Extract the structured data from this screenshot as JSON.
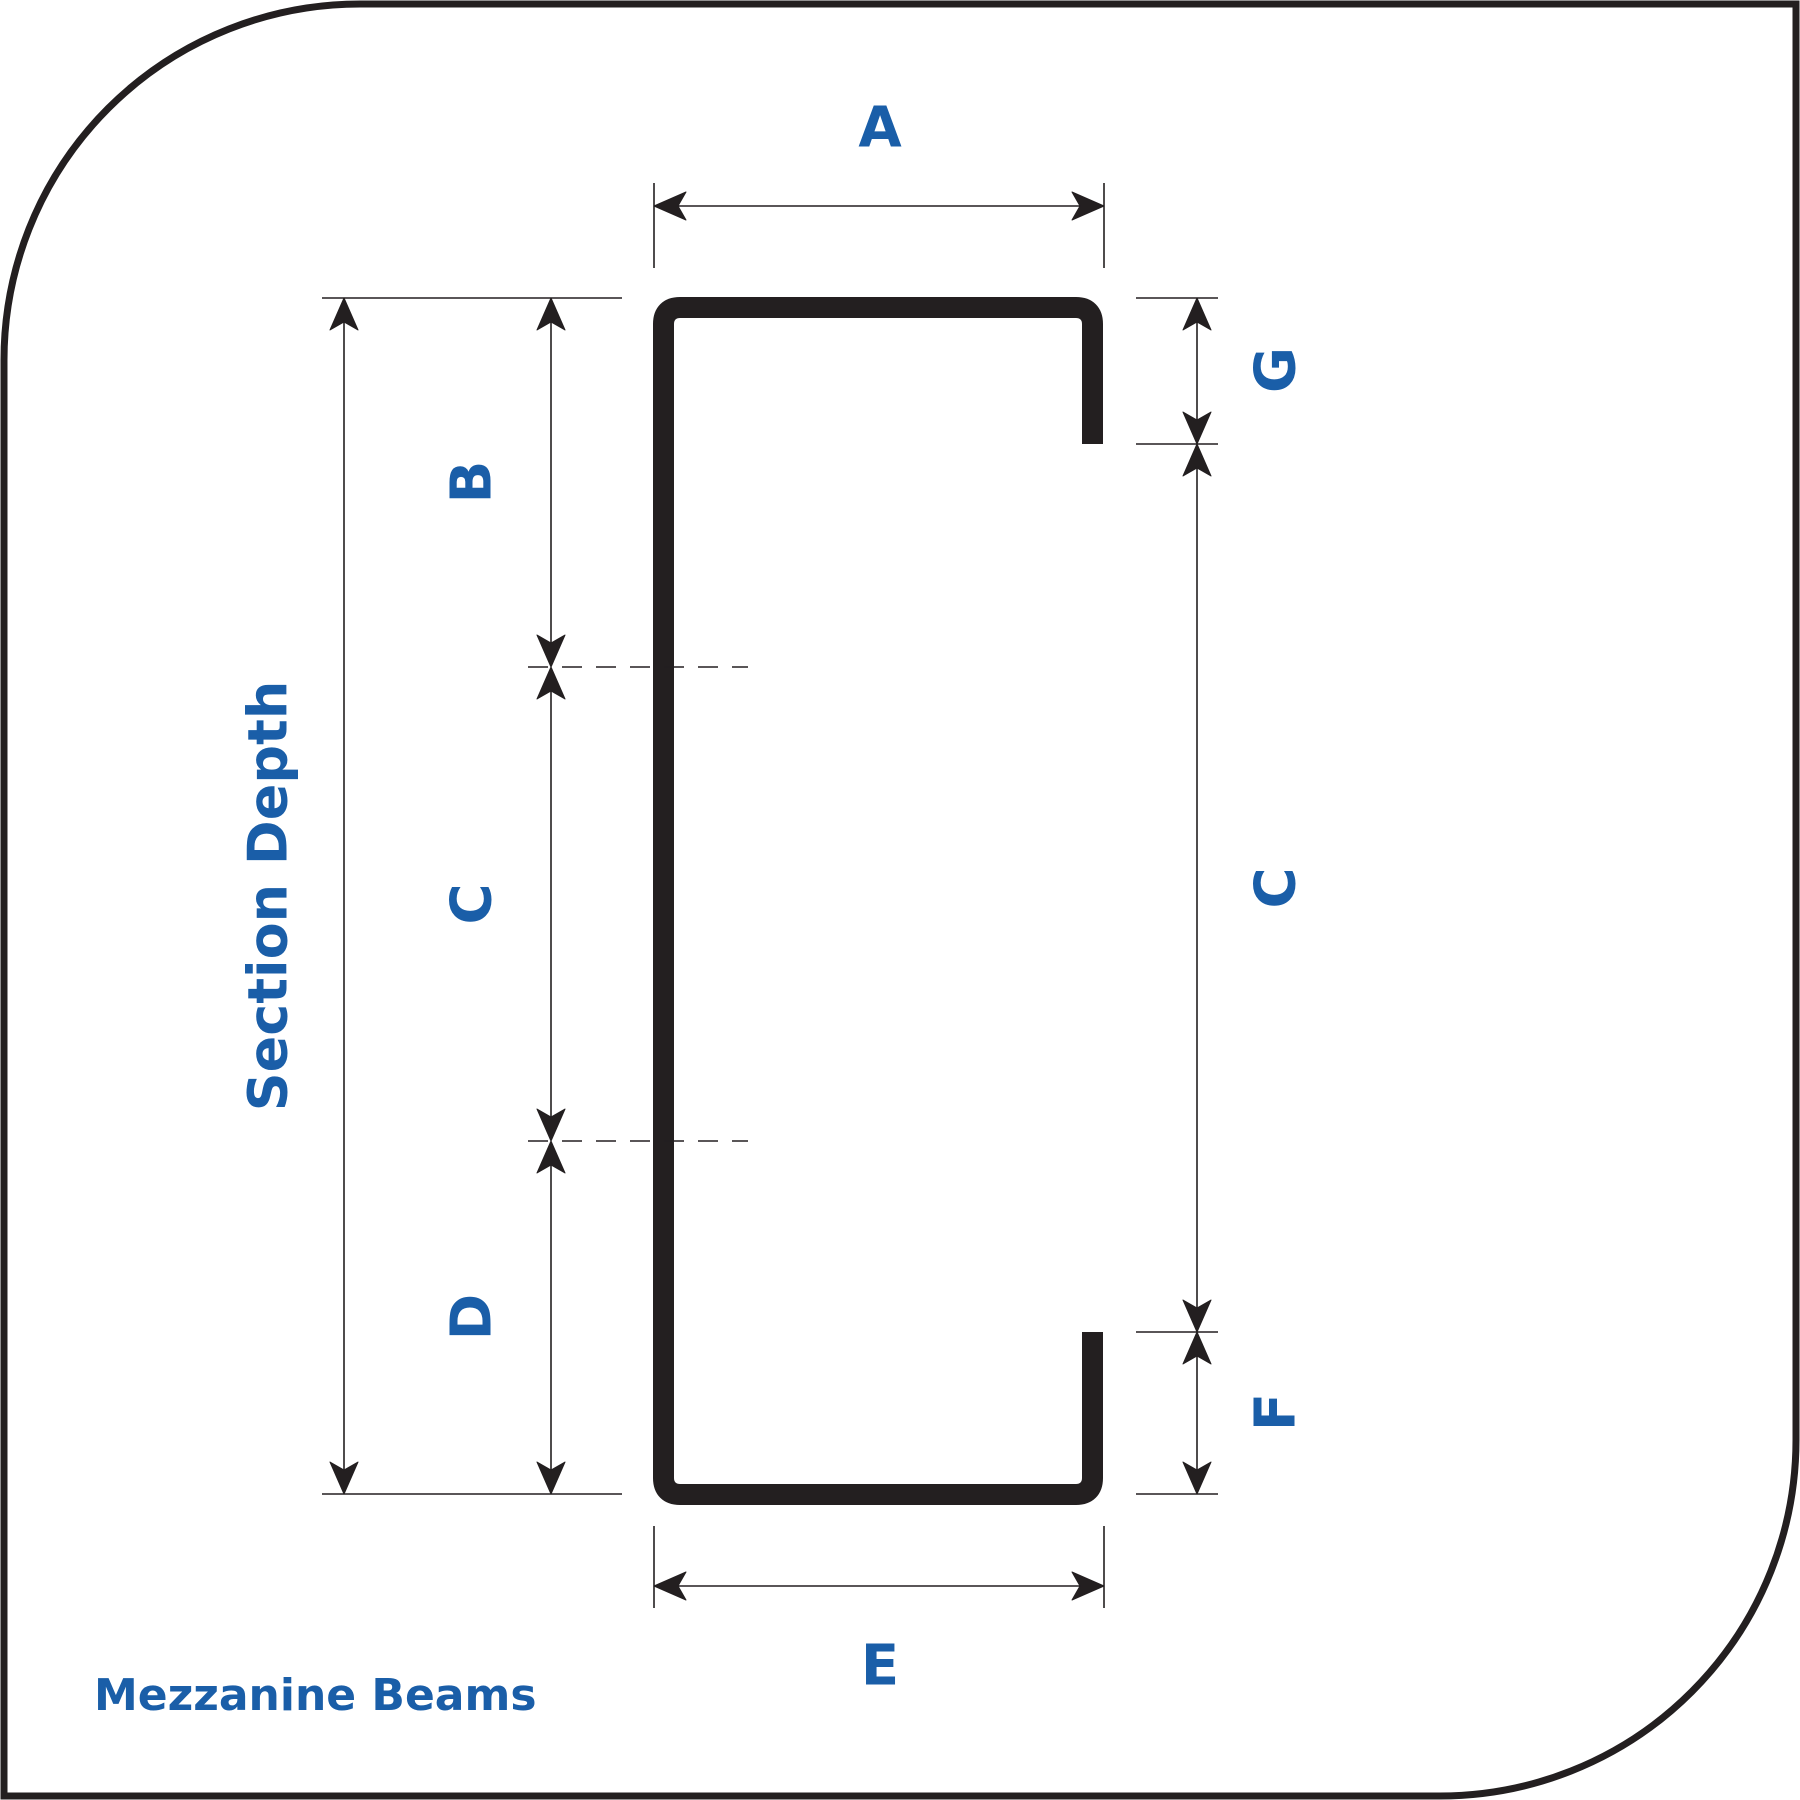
{
  "caption": "Mezzanine Beams",
  "section_depth_label": "Section Depth",
  "dimension_labels": {
    "a": "A",
    "b": "B",
    "c_left": "C",
    "d": "D",
    "e": "E",
    "f": "F",
    "g": "G",
    "c_right": "C"
  },
  "colors": {
    "label": "#1a5ea8",
    "line": "#231f20",
    "background": "#ffffff"
  }
}
